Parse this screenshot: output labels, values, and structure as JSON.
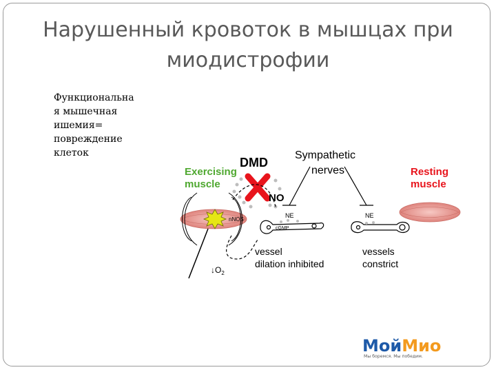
{
  "slide": {
    "title_line1": "Нарушенный кровоток в мышцах при",
    "title_line2": "миодистрофии",
    "body_lines": [
      "Функциональна",
      "я мышечная",
      "ишемия=",
      "повреждение",
      "клеток"
    ]
  },
  "diagram": {
    "exercising_line1": "Exercising",
    "exercising_line2": "muscle",
    "dmd": "DMD",
    "no": "NO",
    "sympathetic_line1": "Sympathetic",
    "sympathetic_line2": "nerves",
    "resting_line1": "Resting",
    "resting_line2": "muscle",
    "nos": "nNOS",
    "ne_left": "NE",
    "ne_right": "NE",
    "cgmp": "cGMP",
    "vessel_line1": "vessel",
    "vessel_line2": "dilation inhibited",
    "vessels_line1": "vessels",
    "vessels_line2": "constrict",
    "o2_arrow": "↓O",
    "o2_sub": "2"
  },
  "logo": {
    "name_part1": "Мой",
    "name_part2": "Мио",
    "tagline": "Мы боремся. Мы победим."
  },
  "colors": {
    "title": "#595959",
    "accent_red": "#e8141c",
    "label_green": "#4fa830",
    "muscle": "#e89690",
    "logo_blue": "#1e5aa8",
    "logo_orange": "#f39a1e"
  }
}
